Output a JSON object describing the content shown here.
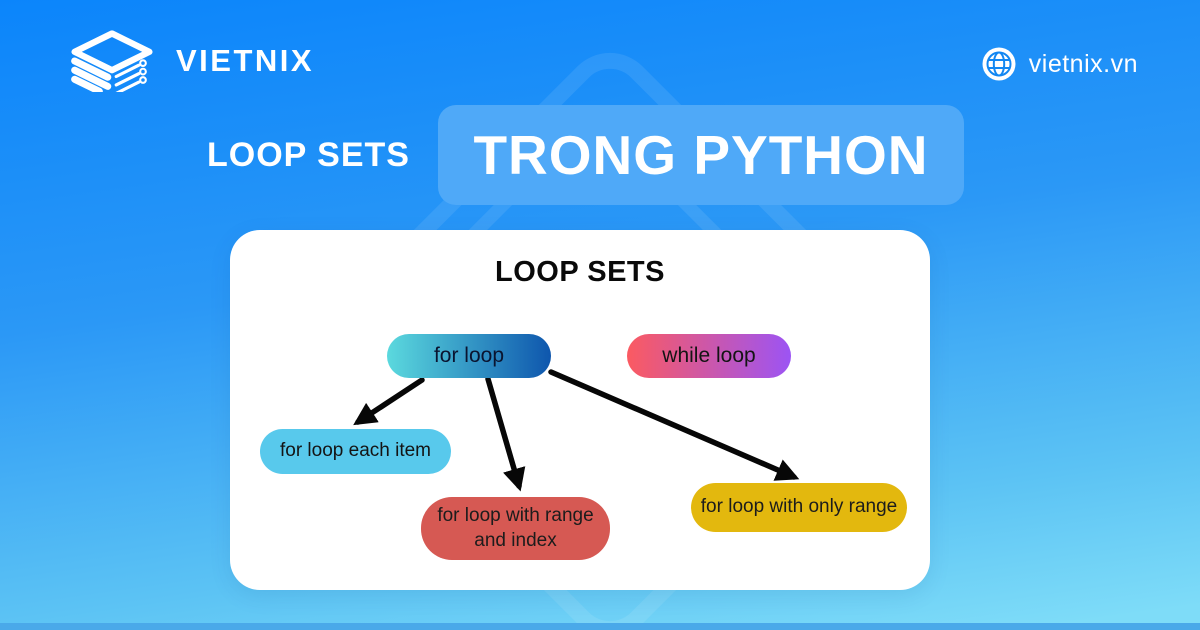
{
  "header": {
    "brand": "VIETNIX",
    "website": "vietnix.vn"
  },
  "title": {
    "prefix": "LOOP SETS",
    "highlight": "TRONG PYTHON"
  },
  "card": {
    "heading": "LOOP SETS"
  },
  "diagram": {
    "nodes": [
      {
        "id": "for-loop",
        "label": "for loop",
        "fill_from": "#5bd9de",
        "fill_to": "#0e56ad",
        "text_color": "#0a1430"
      },
      {
        "id": "while-loop",
        "label": "while loop",
        "fill_from": "#fb5a61",
        "fill_to": "#9c54f4",
        "text_color": "#141414"
      },
      {
        "id": "for-loop-each-item",
        "label": "for loop each item",
        "fill": "#58c9ec",
        "text_color": "#141414"
      },
      {
        "id": "for-loop-range-index",
        "label": "for loop with range and index",
        "fill": "#d65953",
        "text_color": "#1c1c1c"
      },
      {
        "id": "for-loop-only-range",
        "label": "for loop with only range",
        "fill": "#e3b80e",
        "text_color": "#1c1c1c"
      }
    ],
    "edges": [
      {
        "from": "for-loop",
        "to": "for-loop-each-item"
      },
      {
        "from": "for-loop",
        "to": "for-loop-range-index"
      },
      {
        "from": "for-loop",
        "to": "for-loop-only-range"
      }
    ],
    "arrow_color": "#070707"
  },
  "colors": {
    "bg_top": "#0b85fb",
    "bg_bottom": "#7edcf8",
    "bg_bottom_strip": "#4aa9e9",
    "title_box_bg": "#4fa9f8",
    "card_bg": "#ffffff",
    "text_on_bg": "#ffffff"
  }
}
